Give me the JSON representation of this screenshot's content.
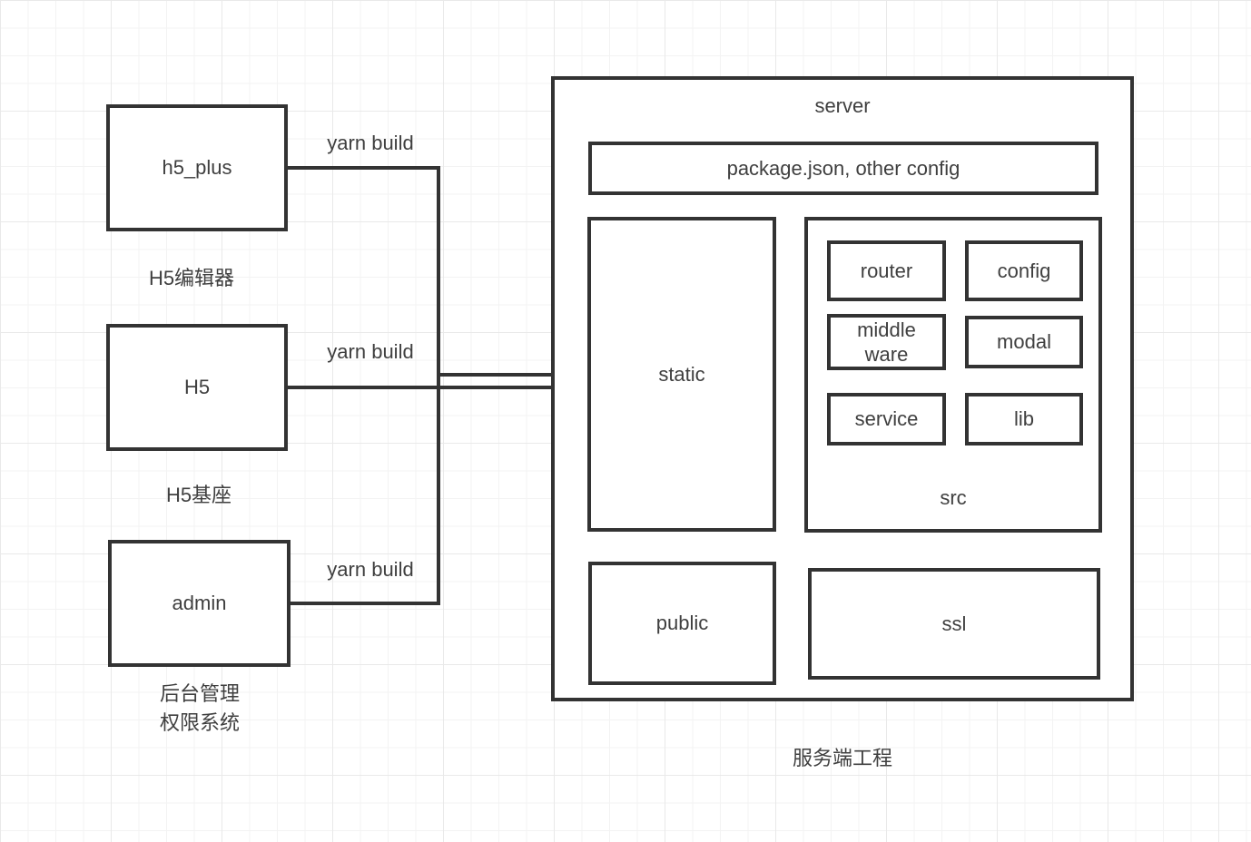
{
  "colors": {
    "stroke": "#333333",
    "text": "#3f3f3f",
    "background": "#ffffff",
    "grid_minor": "#f3f3f3",
    "grid_major": "#e9e9e9"
  },
  "nodes": {
    "h5_plus": {
      "label": "h5_plus",
      "caption": "H5编辑器"
    },
    "h5": {
      "label": "H5",
      "caption": "H5基座"
    },
    "admin": {
      "label": "admin",
      "caption_line1": "后台管理",
      "caption_line2": "权限系统"
    }
  },
  "edges": {
    "yarn_build_1": "yarn build",
    "yarn_build_2": "yarn build",
    "yarn_build_3": "yarn build"
  },
  "server": {
    "title": "server",
    "package_config": "package.json, other config",
    "static_label": "static",
    "src": {
      "router": "router",
      "config": "config",
      "middleware_line1": "middle",
      "middleware_line2": "ware",
      "modal": "modal",
      "service": "service",
      "lib": "lib",
      "label": "src"
    },
    "public_label": "public",
    "ssl_label": "ssl",
    "caption": "服务端工程"
  }
}
